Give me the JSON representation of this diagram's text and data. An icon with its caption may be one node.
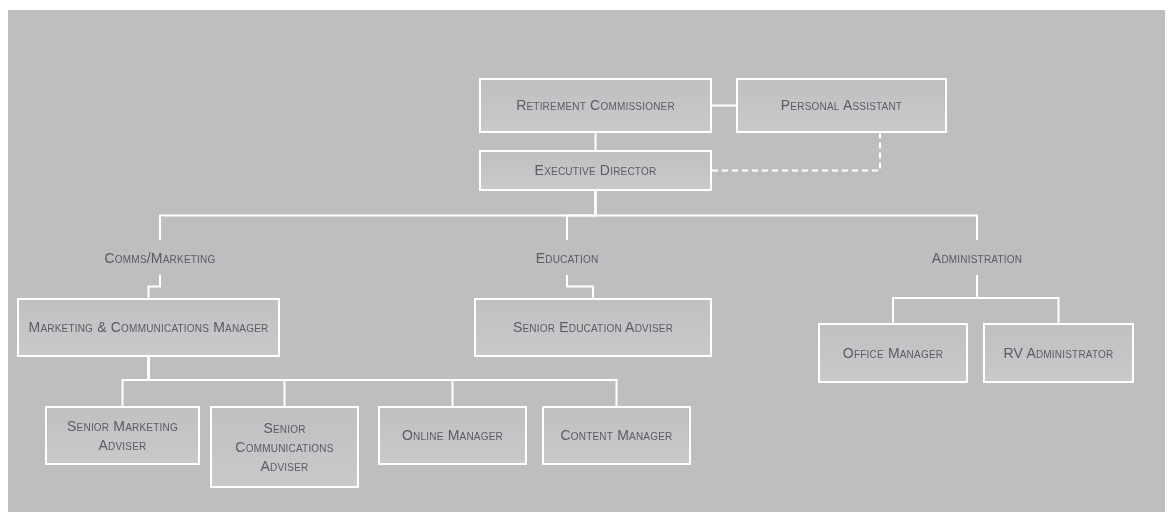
{
  "diagram": {
    "nodes": [
      {
        "text": [
          "Retirement Commissioner"
        ]
      },
      {
        "text": [
          "Personal Assistant"
        ]
      },
      {
        "text": [
          "Executive Director"
        ]
      },
      {
        "text": [
          "Comms/Marketing"
        ]
      },
      {
        "text": [
          "Education"
        ]
      },
      {
        "text": [
          "Administration"
        ]
      },
      {
        "text": [
          "Marketing & Communications Manager"
        ]
      },
      {
        "text": [
          "Senior Education Adviser"
        ]
      },
      {
        "text": [
          "Office Manager"
        ]
      },
      {
        "text": [
          "RV Administrator"
        ]
      },
      {
        "text": [
          "Senior Marketing Adviser"
        ]
      },
      {
        "text": [
          "Senior Communications Adviser"
        ]
      },
      {
        "text": [
          "Online Manager"
        ]
      },
      {
        "text": [
          "Content Manager"
        ]
      }
    ],
    "edges": [
      {
        "from": 0,
        "to": 1,
        "arrow": "none"
      },
      {
        "from": 0,
        "to": 2,
        "arrow": "none"
      },
      {
        "from": 2,
        "to": 1,
        "arrow": "none",
        "style": "dashed"
      },
      {
        "from": 2,
        "to": 3,
        "arrow": "none"
      },
      {
        "from": 2,
        "to": 4,
        "arrow": "none"
      },
      {
        "from": 2,
        "to": 5,
        "arrow": "none"
      },
      {
        "from": 3,
        "to": 6,
        "arrow": "none"
      },
      {
        "from": 4,
        "to": 7,
        "arrow": "none"
      },
      {
        "from": 5,
        "to": 8,
        "arrow": "none"
      },
      {
        "from": 5,
        "to": 9,
        "arrow": "none"
      },
      {
        "from": 6,
        "to": 10,
        "arrow": "none"
      },
      {
        "from": 6,
        "to": 11,
        "arrow": "none"
      },
      {
        "from": 6,
        "to": 12,
        "arrow": "none"
      },
      {
        "from": 6,
        "to": 13,
        "arrow": "none"
      }
    ]
  }
}
